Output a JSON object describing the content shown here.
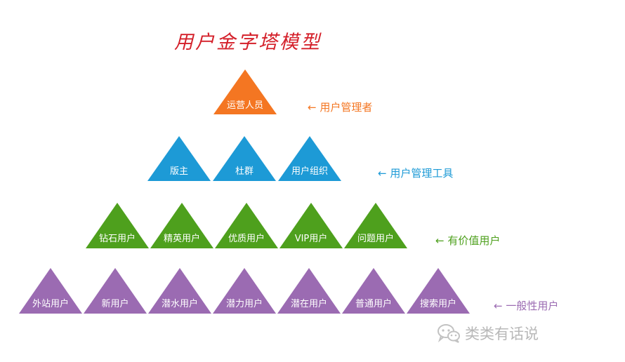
{
  "title": "用户金字塔模型",
  "colors": {
    "tier1": "#f47622",
    "tier2": "#1d9ad6",
    "tier3": "#4ea01d",
    "tier4": "#9b6bb2",
    "title": "#d4202a",
    "watermark": "#b8b8b8"
  },
  "tiers": [
    {
      "label": "← 用户管理者",
      "color": "#f47622",
      "items": [
        "运营人员"
      ]
    },
    {
      "label": "← 用户管理工具",
      "color": "#1d9ad6",
      "items": [
        "版主",
        "杜群",
        "用户组织"
      ]
    },
    {
      "label": "← 有价值用户",
      "color": "#4ea01d",
      "items": [
        "钻石用户",
        "精英用户",
        "优质用户",
        "VIP用户",
        "问题用户"
      ]
    },
    {
      "label": "← 一般性用户",
      "color": "#9b6bb2",
      "items": [
        "外站用户",
        "新用户",
        "潜水用户",
        "潜力用户",
        "潜在用户",
        "普通用户",
        "搜索用户"
      ]
    }
  ],
  "watermark": {
    "icon": "wechat-icon",
    "text": "类类有话说"
  }
}
